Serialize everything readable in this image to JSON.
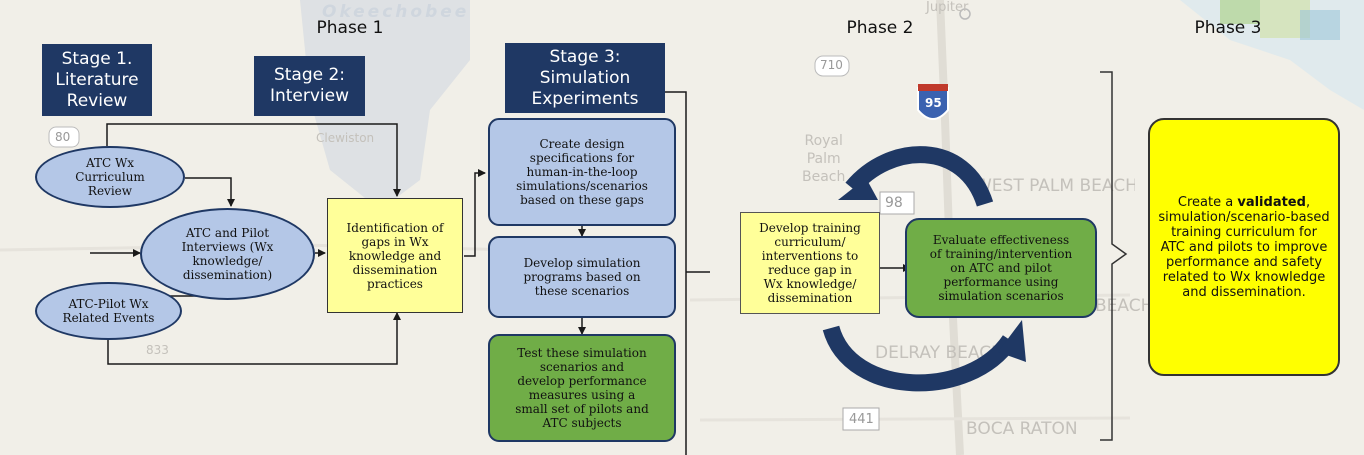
{
  "phases": {
    "p1": "Phase 1",
    "p2": "Phase 2",
    "p3": "Phase 3"
  },
  "stages": {
    "s1": "Stage 1.\nLiterature\nReview",
    "s2": "Stage 2:\nInterview",
    "s3": "Stage 3:\nSimulation\nExperiments"
  },
  "ellipses": {
    "curriculum_review": "ATC Wx\nCurriculum\nReview",
    "interviews": "ATC and Pilot\nInterviews (Wx\nknowledge/\ndissemination)",
    "related_events": "ATC-Pilot Wx\nRelated Events"
  },
  "identification_box": "Identification of\ngaps in Wx\nknowledge and\ndissemination\npractices",
  "stage3_steps": {
    "design": "Create design\nspecifications for\nhuman-in-the-loop\nsimulations/scenarios\nbased on these gaps",
    "develop": "Develop simulation\nprograms based on\nthese scenarios",
    "test": "Test these simulation\nscenarios and\ndevelop performance\nmeasures using a\nsmall set of pilots and\nATC subjects"
  },
  "phase2": {
    "develop_curriculum": "Develop training\ncurriculum/\ninterventions to\nreduce gap in\nWx knowledge/\ndissemination",
    "evaluate": "Evaluate effectiveness\nof training/intervention\non ATC and pilot\nperformance using\nsimulation scenarios"
  },
  "final_goal": {
    "before": "Create a ",
    "bold": "validated",
    "after": ", simulation/scenario-based training curriculum for ATC and pilots to improve performance and safety related to Wx knowledge and dissemination."
  },
  "map_labels": {
    "okeechobee": "Okeechobee",
    "jupiter": "Jupiter",
    "clewiston": "Clewiston",
    "royal_palm": "Royal\nPalm\nBeach",
    "west_palm": "WEST PALM BEACH",
    "delray": "DELRAY BEACH",
    "boca": "BOCA RATON",
    "beach": "BEACH",
    "r710": "710",
    "r95": "95",
    "r98": "98",
    "r80": "80",
    "r833": "833",
    "r441": "441"
  },
  "colors": {
    "navy": "#1f3864",
    "light_blue": "#b4c7e7",
    "green": "#70ad47",
    "pale_yellow": "#ffff99",
    "yellow": "#ffff00"
  }
}
